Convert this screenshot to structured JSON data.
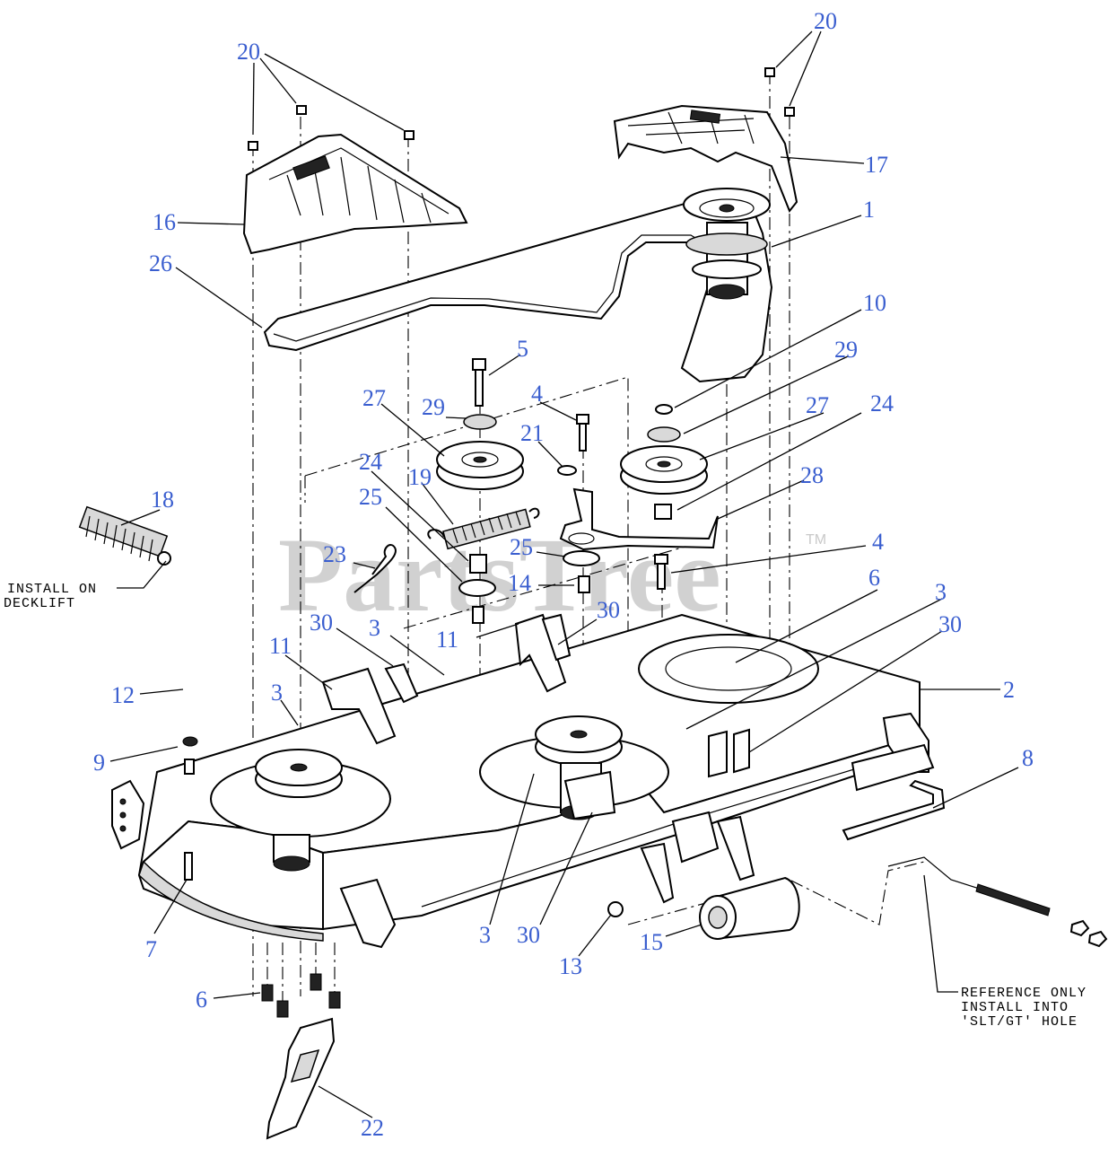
{
  "watermark": {
    "text": "PartsTree",
    "tm": "TM"
  },
  "callouts": {
    "c20a": "20",
    "c20b": "20",
    "c16": "16",
    "c26": "26",
    "c17": "17",
    "c1": "1",
    "c10": "10",
    "c29a": "29",
    "c29b": "29",
    "c27a": "27",
    "c27b": "27",
    "c24a": "24",
    "c24b": "24",
    "c28": "28",
    "c5": "5",
    "c4a": "4",
    "c4b": "4",
    "c21": "21",
    "c19": "19",
    "c25a": "25",
    "c25b": "25",
    "c18": "18",
    "c23": "23",
    "c14": "14",
    "c6a": "6",
    "c6b": "6",
    "c3a": "3",
    "c3b": "3",
    "c3c": "3",
    "c3d": "3",
    "c30a": "30",
    "c30b": "30",
    "c30c": "30",
    "c30d": "30",
    "c11a": "11",
    "c11b": "11",
    "c2": "2",
    "c12": "12",
    "c9": "9",
    "c8": "8",
    "c7": "7",
    "c13": "13",
    "c15": "15",
    "c22": "22"
  },
  "notes": {
    "deck1": "INSTALL ON",
    "deck2": "DECKLIFT",
    "ref1": "REFERENCE ONLY",
    "ref2": "INSTALL INTO",
    "ref3": "'SLT/GT' HOLE"
  }
}
